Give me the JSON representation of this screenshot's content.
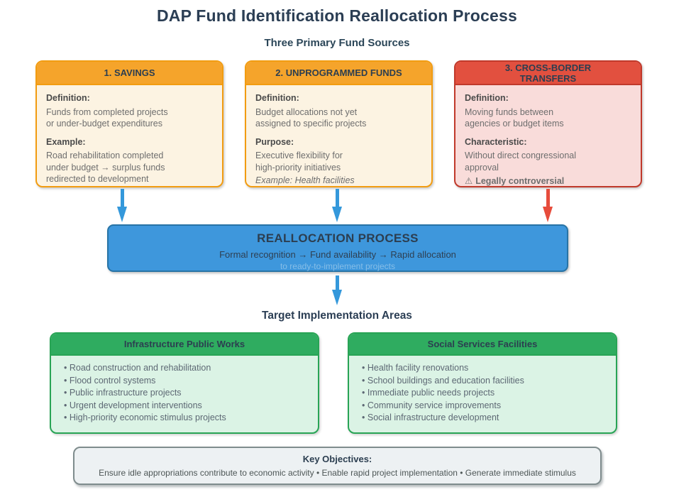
{
  "title": "DAP Fund Identification Reallocation Process",
  "sources_heading": "Three Primary Fund Sources",
  "source_cards": {
    "savings": {
      "header": "1. SAVINGS",
      "definition_label": "Definition:",
      "definition": "Funds from completed projects\nor under-budget expenditures",
      "example_label": "Example:",
      "example": "Road rehabilitation completed\nunder budget → surplus funds\nredirected to development"
    },
    "unprogrammed": {
      "header": "2. UNPROGRAMMED FUNDS",
      "definition_label": "Definition:",
      "definition": "Budget allocations not yet\nassigned to specific projects",
      "purpose_label": "Purpose:",
      "purpose": "Executive flexibility for\nhigh-priority initiatives",
      "example_note": "Example: Health facilities"
    },
    "cross_border": {
      "header": "3. CROSS-BORDER\nTRANSFERS",
      "definition_label": "Definition:",
      "definition": "Moving funds between\nagencies or budget items",
      "characteristic_label": "Characteristic:",
      "characteristic": "Without direct congressional\napproval",
      "warning_icon": "⚠",
      "warning": "Legally controversial"
    }
  },
  "process_box": {
    "title": "REALLOCATION PROCESS",
    "flow": "Formal recognition → Fund availability → Rapid allocation",
    "flow_note": "to ready-to-implement projects"
  },
  "target_heading": "Target Implementation Areas",
  "target_areas": [
    {
      "header": "Infrastructure Public Works",
      "items": [
        "Road construction and rehabilitation",
        "Flood control systems",
        "Public infrastructure projects",
        "Urgent development interventions",
        "High-priority economic stimulus projects"
      ]
    },
    {
      "header": "Social Services Facilities",
      "items": [
        "Health facility renovations",
        "School buildings and education facilities",
        "Immediate public needs projects",
        "Community service improvements",
        "Social infrastructure development"
      ]
    }
  ],
  "key_objectives": {
    "label": "Key Objectives:",
    "text": "Ensure idle appropriations contribute to economic activity • Enable rapid project implementation • Generate immediate stimulus"
  },
  "colors": {
    "orange_header": "#F5A42B",
    "orange_border": "#F29C11",
    "orange_body": "#FCF3E2",
    "red_header": "#E2503F",
    "red_border": "#C0392B",
    "red_body": "#F9DCDA",
    "blue_box": "#3E97DC",
    "blue_border": "#2874A6",
    "green_header": "#2FAC60",
    "green_border": "#28A455",
    "green_body": "#DBF3E5",
    "grey_box_bg": "#EDF1F3",
    "grey_box_border": "#7F8C8D",
    "heading_navy": "#2B3E54",
    "arrow_blue": "#3498DB",
    "arrow_red": "#E74C3C"
  }
}
